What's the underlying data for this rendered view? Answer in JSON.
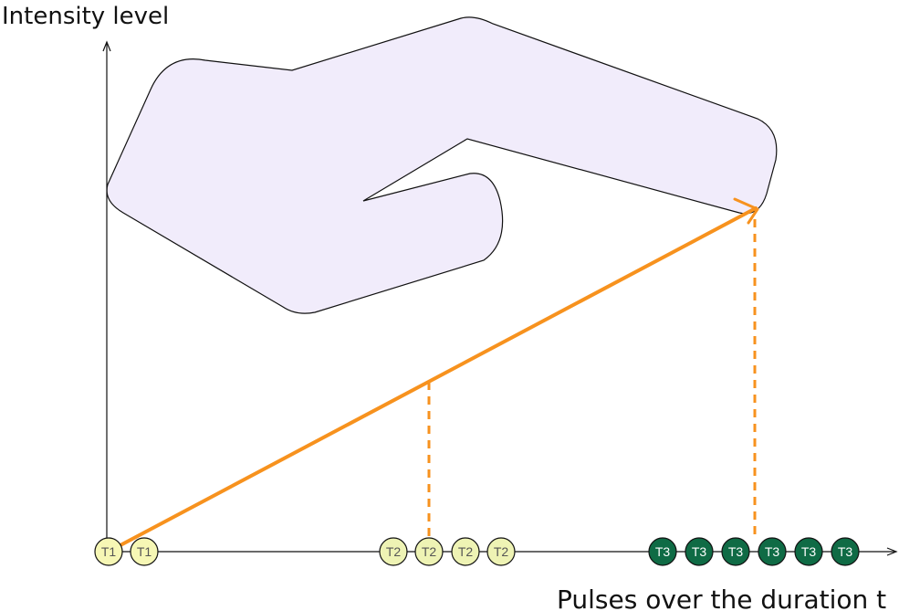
{
  "axes": {
    "y_label": "Intensity  level",
    "x_label": "Pulses over the duration t"
  },
  "pulses": [
    {
      "label": "T1",
      "group": "t1"
    },
    {
      "label": "T1",
      "group": "t1"
    },
    {
      "label": "T2",
      "group": "t2"
    },
    {
      "label": "T2",
      "group": "t2"
    },
    {
      "label": "T2",
      "group": "t2"
    },
    {
      "label": "T2",
      "group": "t2"
    },
    {
      "label": "T3",
      "group": "t3"
    },
    {
      "label": "T3",
      "group": "t3"
    },
    {
      "label": "T3",
      "group": "t3"
    },
    {
      "label": "T3",
      "group": "t3"
    },
    {
      "label": "T3",
      "group": "t3"
    },
    {
      "label": "T3",
      "group": "t3"
    }
  ],
  "colors": {
    "axis": "#111111",
    "shape_fill": "#f1ecfb",
    "shape_stroke": "#111111",
    "arrow": "#f7921e",
    "t1_fill": "#f6f7b5",
    "t2_fill": "#eef3b4",
    "t3_fill": "#0f6b45",
    "light_text": "#555555",
    "dark_text": "#ffffff"
  },
  "icons": {
    "y_axis_tip": "arrow-up-icon",
    "x_axis_tip": "arrow-right-icon",
    "main_arrow_tip": "arrow-head-icon"
  }
}
